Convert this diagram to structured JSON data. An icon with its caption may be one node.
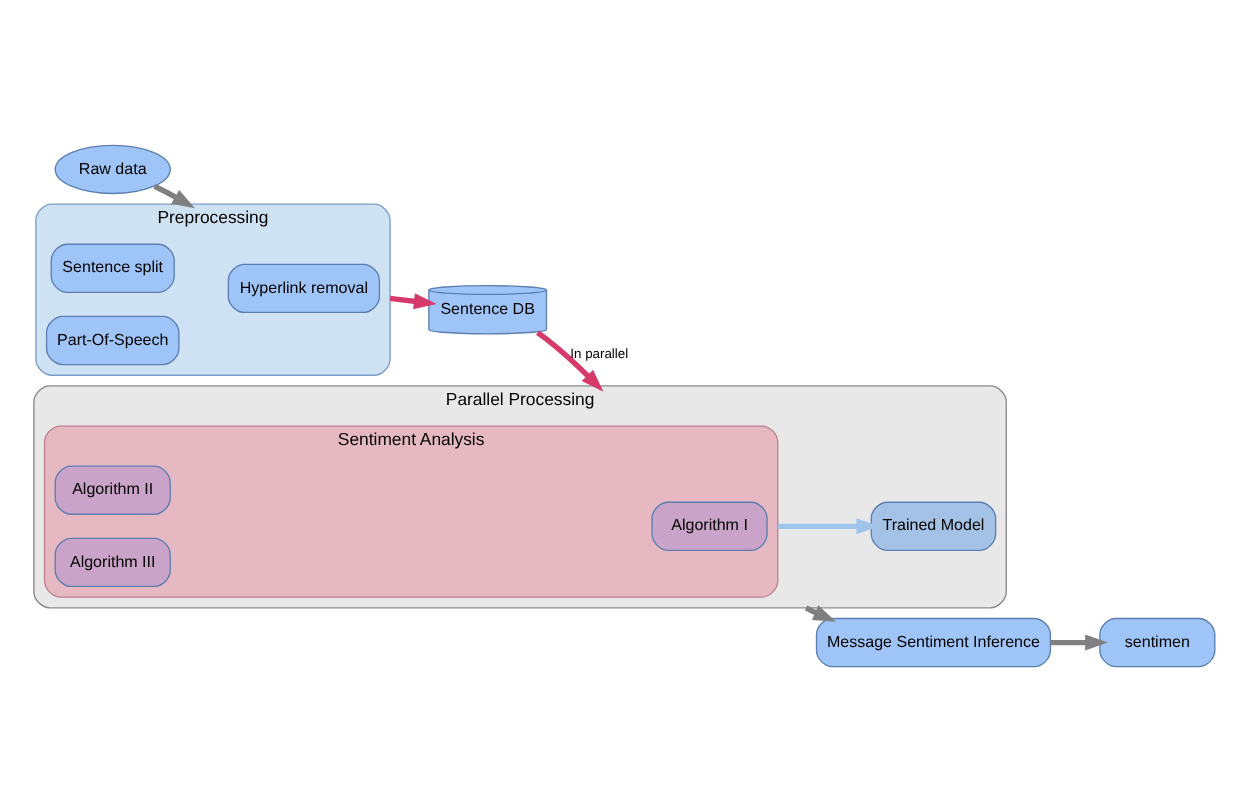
{
  "diagram": {
    "nodes": [
      {
        "text": [
          "Raw data"
        ]
      },
      {
        "text": [
          "Preprocessing"
        ]
      },
      {
        "text": [
          "Hyperlink removal"
        ],
        "in": 1
      },
      {
        "text": [
          "Sentence split"
        ],
        "in": 1
      },
      {
        "text": [
          "Part-Of-Speech"
        ],
        "in": 1
      },
      {
        "text": [
          "Sentence DB"
        ]
      },
      {
        "text": [
          "Parallel Processing"
        ]
      },
      {
        "text": [
          "Sentiment Analysis"
        ],
        "in": 6
      },
      {
        "text": [
          "Algorithm I"
        ],
        "in": 7
      },
      {
        "text": [
          "Algorithm II"
        ],
        "in": 7
      },
      {
        "text": [
          "Algorithm III"
        ],
        "in": 7
      },
      {
        "text": [
          "Trained Model"
        ],
        "in": 6
      },
      {
        "text": [
          "Message Sentiment Inference"
        ]
      },
      {
        "text": [
          "sentimen"
        ]
      }
    ],
    "edges": [
      {
        "from": 0,
        "to": 1,
        "arrow": "to"
      },
      {
        "from": 1,
        "to": 5,
        "arrow": "to",
        "color": "#d63a6a"
      },
      {
        "from": 5,
        "to": 6,
        "arrow": "to",
        "label": "In parallel",
        "color": "#d63a6a"
      },
      {
        "from": 7,
        "to": 11,
        "arrow": "to",
        "color": "#9fc5ea"
      },
      {
        "from": 6,
        "to": 12,
        "arrow": "to"
      },
      {
        "from": 12,
        "to": 13,
        "arrow": "to"
      }
    ]
  }
}
